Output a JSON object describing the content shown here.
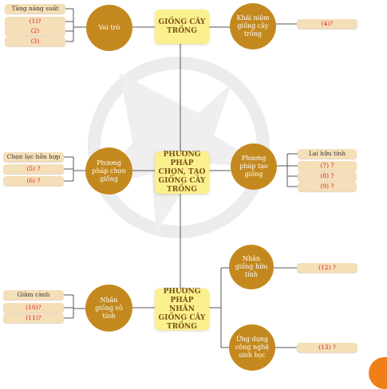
{
  "diagram": {
    "center_nodes": {
      "giong_cay_trong": "GIỐNG CÂY TRỒNG",
      "phuong_phap_chon_tao": "PHƯƠNG PHÁP CHỌN, TẠO GIỐNG CÂY TRỒNG",
      "phuong_phap_nhan": "PHƯƠNG PHÁP NHÂN GIỐNG CÂY TRỒNG"
    },
    "circle_nodes": {
      "vai_tro": "Vai trò",
      "khai_niem": "Khái niệm giống cây trồng",
      "phuong_phap_chon_giong": "Phương pháp chọn giống",
      "phuong_phap_tao_giong": "Phương pháp tạo giống",
      "nhan_giong_vo_tinh": "Nhân giống vô tính",
      "nhan_giong_huu_tinh": "Nhân giống hữu tính",
      "ung_dung_cong_nghe": "Ứng dụng công nghệ sinh học"
    },
    "leaf_nodes": {
      "tang_nang_suat": "Tăng năng suất",
      "blank_1": "(1)?",
      "blank_2": "(2)",
      "blank_3": "(3)",
      "blank_4": "(4)?",
      "chon_loc_hon_hop": "Chọn lọc hỗn hợp",
      "blank_5": "(5) ?",
      "blank_6": "(6) ?",
      "lai_huu_tinh": "Lai hữu tính",
      "blank_7": "(7) ?",
      "blank_8": "(8) ?",
      "blank_9": "(9) ?",
      "giam_canh": "Giâm cành",
      "blank_10": "(10)?",
      "blank_11": "(11)?",
      "blank_12": "(12) ?",
      "blank_13": "(13) ?"
    }
  }
}
